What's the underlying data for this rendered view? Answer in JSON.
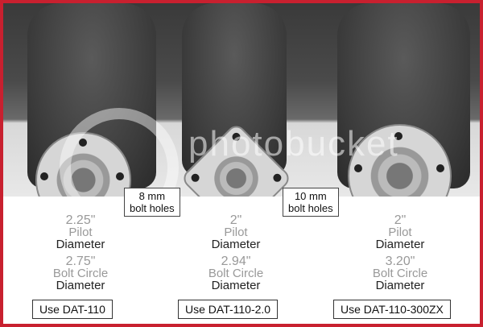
{
  "image": {
    "border_color": "#c8202f",
    "watermark_text": "photobucket"
  },
  "callouts": [
    {
      "line1": "8 mm",
      "line2": "bolt holes"
    },
    {
      "line1": "10 mm",
      "line2": "bolt holes"
    }
  ],
  "units": [
    {
      "pilot_value": "2.25\"",
      "pilot_label1": "Pilot",
      "pilot_label2": "Diameter",
      "bolt_value": "2.75\"",
      "bolt_label1": "Bolt Circle",
      "bolt_label2": "Diameter",
      "use_label": "Use DAT-110"
    },
    {
      "pilot_value": "2\"",
      "pilot_label1": "Pilot",
      "pilot_label2": "Diameter",
      "bolt_value": "2.94\"",
      "bolt_label1": "Bolt Circle",
      "bolt_label2": "Diameter",
      "use_label": "Use DAT-110-2.0"
    },
    {
      "pilot_value": "2\"",
      "pilot_label1": "Pilot",
      "pilot_label2": "Diameter",
      "bolt_value": "3.20\"",
      "bolt_label1": "Bolt Circle",
      "bolt_label2": "Diameter",
      "use_label": "Use DAT-110-300ZX"
    }
  ]
}
